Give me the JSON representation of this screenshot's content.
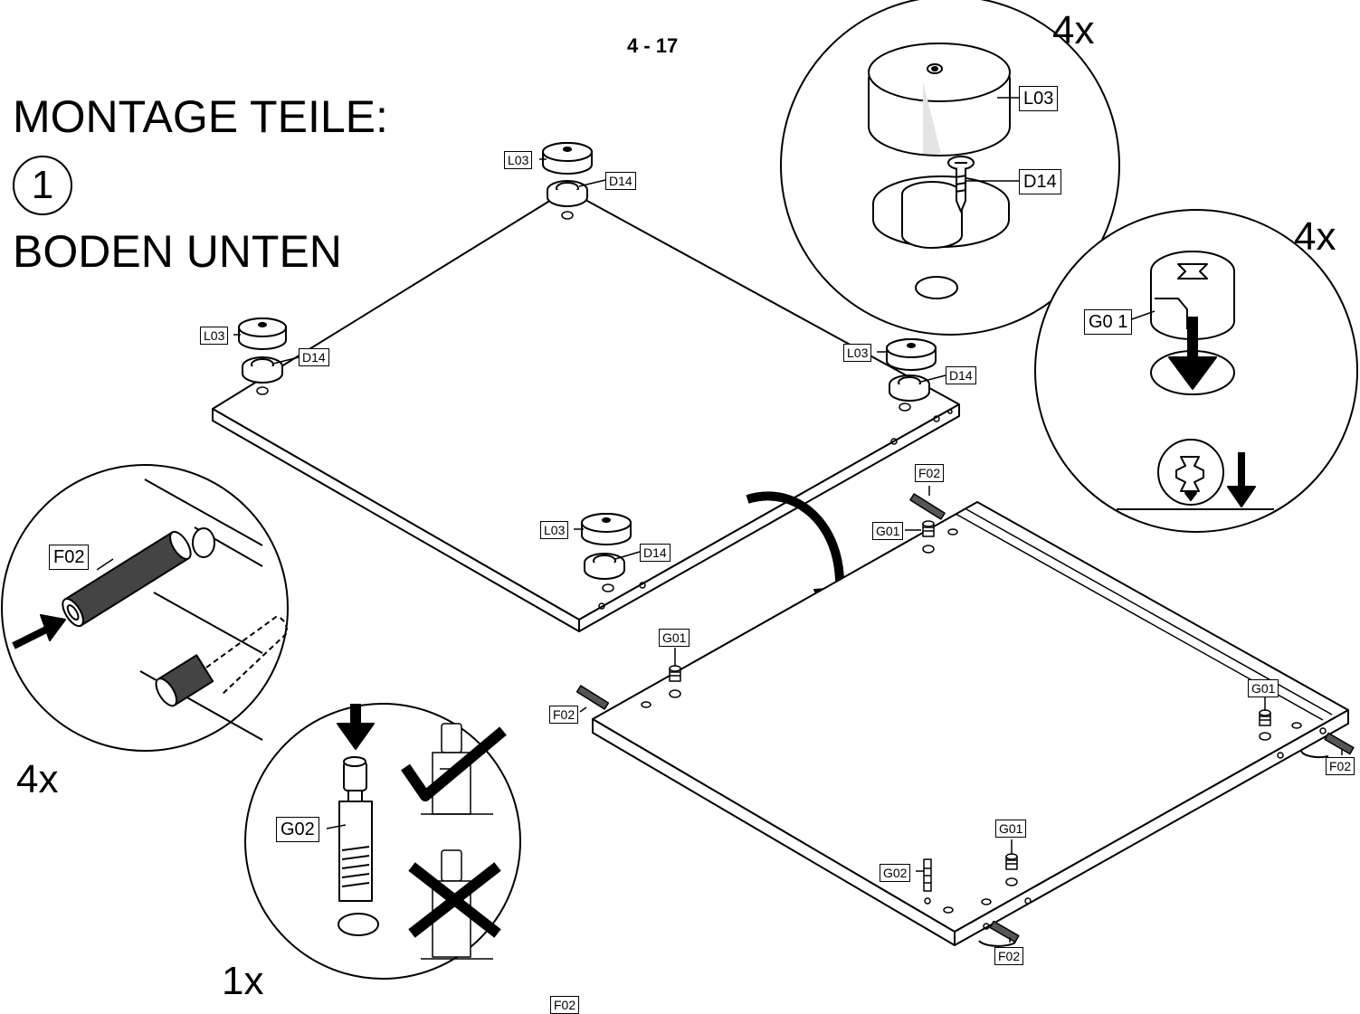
{
  "page_number": "4 - 17",
  "heading": {
    "line1": "MONTAGE TEILE:",
    "step_number": "1",
    "line2": "BODEN UNTEN"
  },
  "quantities": {
    "top_detail": "4x",
    "right_detail": "4x",
    "left_detail": "4x",
    "bottom_detail": "1x"
  },
  "labels": {
    "l03": "L03",
    "d14": "D14",
    "g01": "G01",
    "g01_spaced": "G0 1",
    "f02": "F02",
    "g02": "G02"
  }
}
